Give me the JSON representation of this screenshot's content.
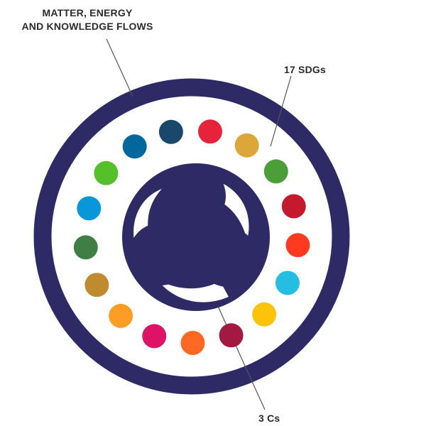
{
  "labels": {
    "flows_line1": "MATTER, ENERGY",
    "flows_line2": "AND KNOWLEDGE FLOWS",
    "sdgs": "17 SDGs",
    "three_cs": "3 Cs"
  },
  "colors": {
    "outer_ring": "#2e2a66",
    "center_emblem": "#2e2a66",
    "leader_line": "#555555"
  },
  "sdg_dots": [
    {
      "goal": 1,
      "color": "#e5243b"
    },
    {
      "goal": 2,
      "color": "#dda63a"
    },
    {
      "goal": 3,
      "color": "#4c9f38"
    },
    {
      "goal": 4,
      "color": "#c5192d"
    },
    {
      "goal": 5,
      "color": "#ff3a21"
    },
    {
      "goal": 6,
      "color": "#26bde2"
    },
    {
      "goal": 7,
      "color": "#fcc30b"
    },
    {
      "goal": 8,
      "color": "#a21942"
    },
    {
      "goal": 9,
      "color": "#fd6925"
    },
    {
      "goal": 10,
      "color": "#dd1367"
    },
    {
      "goal": 11,
      "color": "#fd9d24"
    },
    {
      "goal": 12,
      "color": "#bf8b2e"
    },
    {
      "goal": 13,
      "color": "#3f7e44"
    },
    {
      "goal": 14,
      "color": "#0a97d9"
    },
    {
      "goal": 15,
      "color": "#56c02b"
    },
    {
      "goal": 16,
      "color": "#00689d"
    },
    {
      "goal": 17,
      "color": "#19486a"
    }
  ]
}
